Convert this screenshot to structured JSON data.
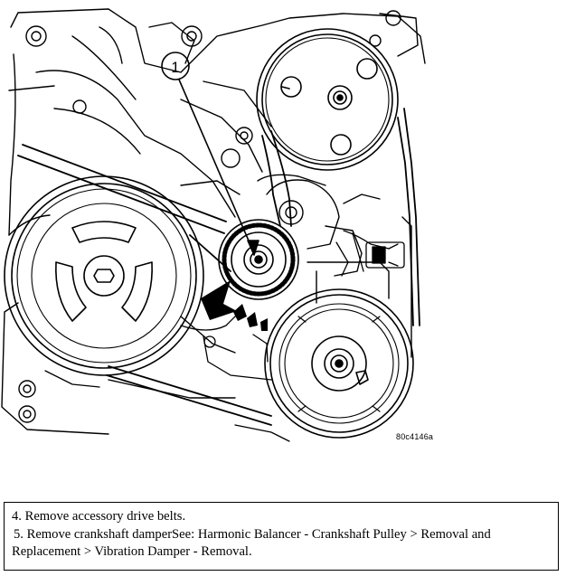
{
  "figure": {
    "callout_number": "1",
    "reference_code": "80c4146a"
  },
  "steps": [
    "4. Remove accessory drive belts.",
    " 5. Remove crankshaft damperSee: Harmonic Balancer - Crankshaft Pulley > Removal and Replacement > Vibration Damper - Removal."
  ]
}
